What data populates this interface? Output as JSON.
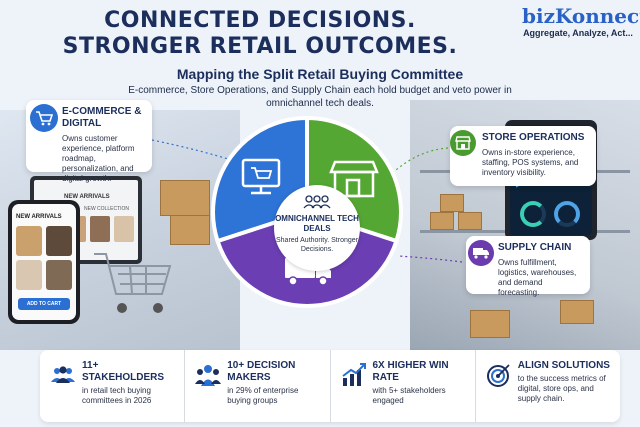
{
  "header": {
    "title_line1": "CONNECTED DECISIONS.",
    "title_line2": "STRONGER RETAIL OUTCOMES.",
    "subtitle": "Mapping the Split Retail Buying Committee",
    "description": "E-commerce, Store Operations, and Supply Chain each hold budget and veto power in omnichannel tech deals."
  },
  "logo": {
    "word": "bizKonnect",
    "tagline": "Aggregate, Analyze, Act..."
  },
  "center": {
    "title": "OMNICHANNEL TECH DEALS",
    "subtitle": "Shared Authority. Stronger Decisions."
  },
  "cards": {
    "ecommerce": {
      "title": "E-COMMERCE & DIGITAL",
      "text": "Owns customer experience, platform roadmap, personalization, and digital growth.",
      "icon": "cart-icon",
      "color": "#2a6fd1"
    },
    "store_ops": {
      "title": "STORE OPERATIONS",
      "text": "Owns in-store experience, staffing, POS systems, and inventory visibility.",
      "icon": "storefront-icon",
      "color": "#4a9a2f"
    },
    "supply_chain": {
      "title": "SUPPLY CHAIN",
      "text": "Owns fulfillment, logistics, warehouses, and demand forecasting.",
      "icon": "truck-icon",
      "color": "#6a3cae"
    }
  },
  "pie_colors": {
    "ecommerce": "#2e73d6",
    "store_ops": "#55a734",
    "supply_chain": "#6b3eb3"
  },
  "phone": {
    "new_arrivals": "NEW ARRIVALS",
    "add_to_cart": "ADD TO CART"
  },
  "laptop": {
    "new_arrivals": "NEW ARRIVALS",
    "new_collection": "NEW COLLECTION"
  },
  "stats": [
    {
      "title": "11+ STAKEHOLDERS",
      "text": "in retail tech buying committees in 2026",
      "icon": "people-group-icon"
    },
    {
      "title": "10+ DECISION MAKERS",
      "text": "in 29% of enterprise buying groups",
      "icon": "decision-makers-icon"
    },
    {
      "title": "6X HIGHER WIN RATE",
      "text": "with 5+ stakeholders engaged",
      "icon": "growth-chart-icon"
    },
    {
      "title": "ALIGN SOLUTIONS",
      "text": "to the success metrics of digital, store ops, and supply chain.",
      "icon": "target-icon"
    }
  ]
}
